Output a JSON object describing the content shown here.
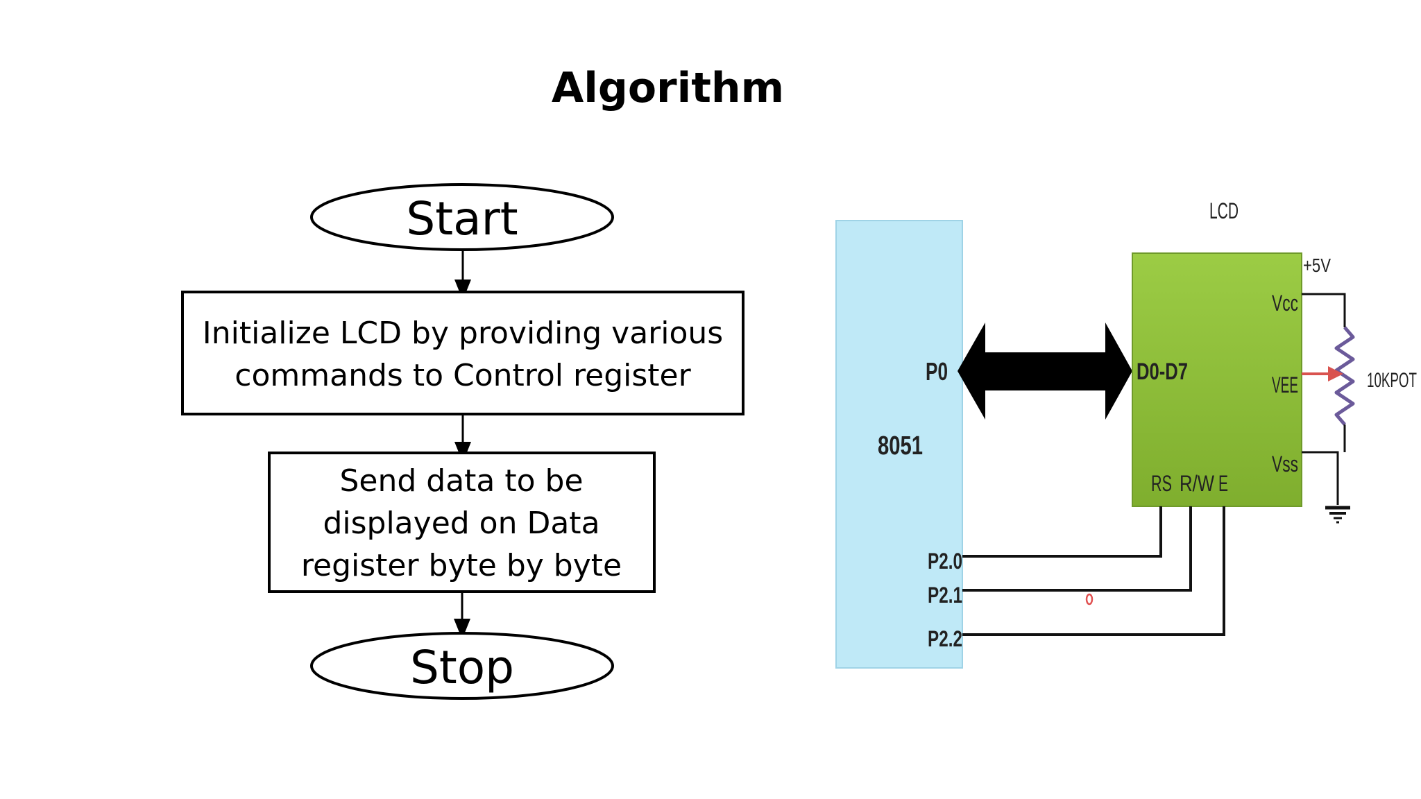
{
  "slide": {
    "title": "Algorithm"
  },
  "flowchart": {
    "start": "Start",
    "step1_line1": "Initialize LCD by providing various",
    "step1_line2": "commands to Control register",
    "step2_line1": "Send data to be",
    "step2_line2": "displayed on Data",
    "step2_line3": "register byte by byte",
    "stop": "Stop"
  },
  "circuit": {
    "mcu_label": "8051",
    "port0": "P0",
    "pin_p20": "P2.0",
    "pin_p21": "P2.1",
    "pin_p22": "P2.2",
    "lcd_title": "LCD",
    "lcd_data": "D0-D7",
    "lcd_vcc": "Vcc",
    "lcd_vee": "VEE",
    "lcd_vss": "Vss",
    "lcd_rs": "RS",
    "lcd_rw": "R/W",
    "lcd_e": "E",
    "supply": "+5V",
    "pot": "10KPOT",
    "colors": {
      "mcu_fill": "#bfe9f7",
      "lcd_fill": "#8dbb3a",
      "pot_color": "#6b5a9a",
      "arrow_color": "#d9534f"
    }
  }
}
